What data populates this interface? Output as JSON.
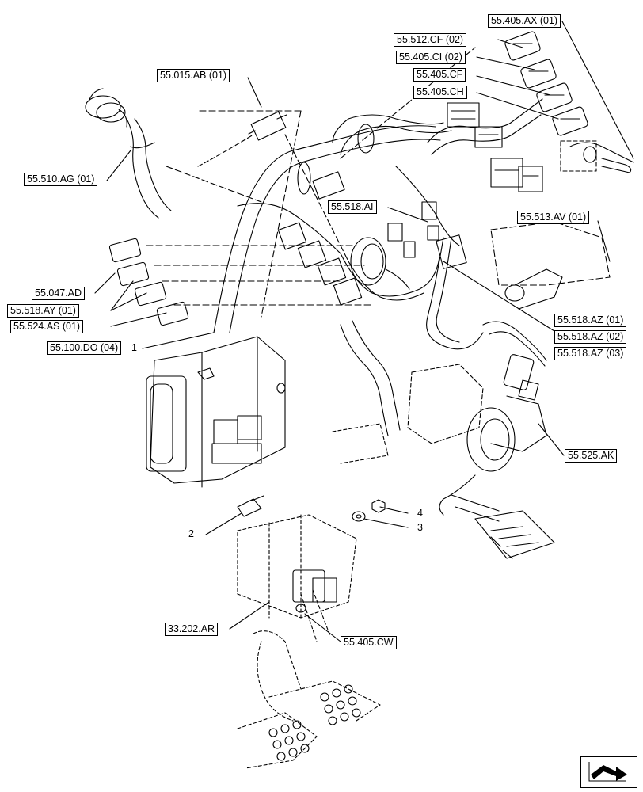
{
  "references": {
    "r_55_405_ax_01": "55.405.AX (01)",
    "r_55_512_cf_02": "55.512.CF (02)",
    "r_55_405_ci_02": "55.405.CI (02)",
    "r_55_405_cf": "55.405.CF",
    "r_55_405_ch": "55.405.CH",
    "r_55_015_ab_01": "55.015.AB (01)",
    "r_55_510_ag_01": "55.510.AG (01)",
    "r_55_518_ai": "55.518.AI",
    "r_55_513_av_01": "55.513.AV (01)",
    "r_55_047_ad": "55.047.AD",
    "r_55_518_ay_01": "55.518.AY (01)",
    "r_55_524_as_01": "55.524.AS (01)",
    "r_55_100_do_04": "55.100.DO (04)",
    "r_55_518_az_01": "55.518.AZ (01)",
    "r_55_518_az_02": "55.518.AZ (02)",
    "r_55_518_az_03": "55.518.AZ (03)",
    "r_55_525_ak": "55.525.AK",
    "r_33_202_ar": "33.202.AR",
    "r_55_405_cw": "55.405.CW"
  },
  "item_numbers": {
    "n1": "1",
    "n2": "2",
    "n3": "3",
    "n4": "4"
  },
  "icons": {
    "nav": "next-page-arrow-icon"
  }
}
